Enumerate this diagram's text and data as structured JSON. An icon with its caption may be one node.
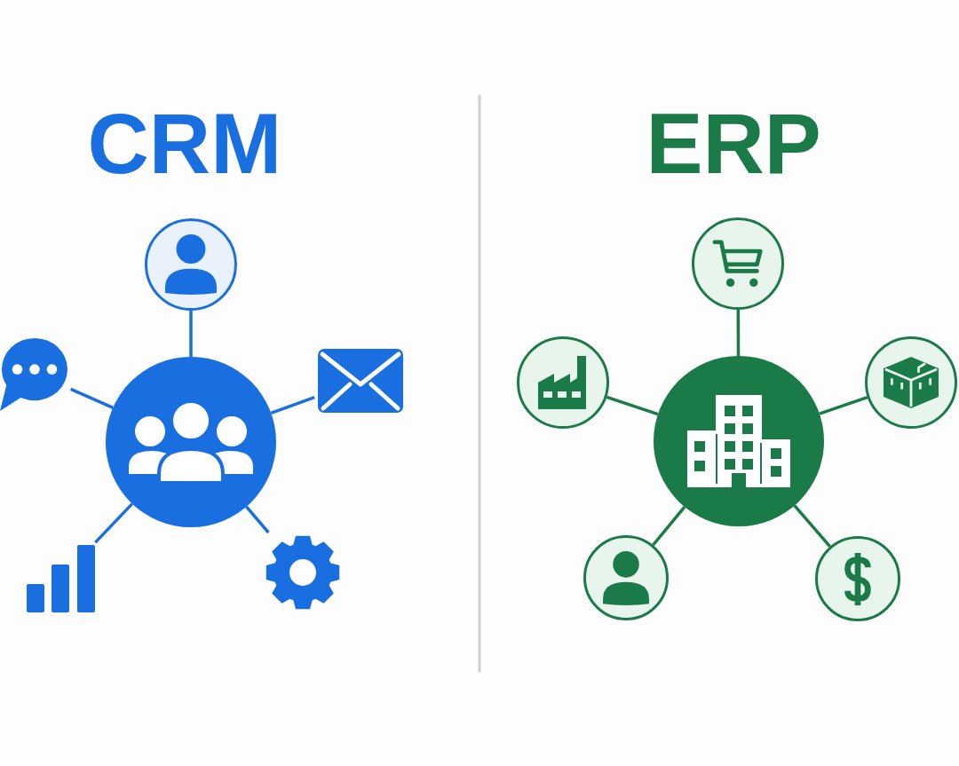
{
  "diagram": {
    "nodes": [
      {
        "text": [],
        "shape": "circle"
      },
      {
        "text": [],
        "shape": "picture"
      },
      {
        "text": [],
        "shape": "picture"
      },
      {
        "text": [],
        "shape": "circle"
      },
      {
        "text": [],
        "shape": "picture"
      },
      {
        "text": [],
        "shape": "picture"
      },
      {
        "text": [],
        "shape": "circle"
      },
      {
        "text": [],
        "shape": "circle"
      },
      {
        "text": [],
        "shape": "circle"
      },
      {
        "text": [],
        "shape": "circle"
      },
      {
        "text": [],
        "shape": "circle"
      },
      {
        "text": [],
        "shape": "circle"
      }
    ],
    "edges": [
      {
        "from": 3,
        "to": 0,
        "arrow": "none",
        "color": "#1a6fe0"
      },
      {
        "from": 3,
        "to": 1,
        "arrow": "none",
        "color": "#1a6fe0"
      },
      {
        "from": 3,
        "to": 2,
        "arrow": "none",
        "color": "#1a6fe0"
      },
      {
        "from": 3,
        "to": 4,
        "arrow": "none",
        "color": "#1a6fe0"
      },
      {
        "from": 3,
        "to": 5,
        "arrow": "none",
        "color": "#1a6fe0"
      },
      {
        "from": 9,
        "to": 6,
        "arrow": "none",
        "color": "#1b7b48"
      },
      {
        "from": 9,
        "to": 7,
        "arrow": "none",
        "color": "#1b7b48"
      },
      {
        "from": 9,
        "to": 8,
        "arrow": "none",
        "color": "#1b7b48"
      },
      {
        "from": 9,
        "to": 10,
        "arrow": "none",
        "color": "#1b7b48"
      },
      {
        "from": 9,
        "to": 11,
        "arrow": "none",
        "color": "#1b7b48"
      }
    ],
    "labels": [
      "CRM",
      "ERP"
    ]
  }
}
